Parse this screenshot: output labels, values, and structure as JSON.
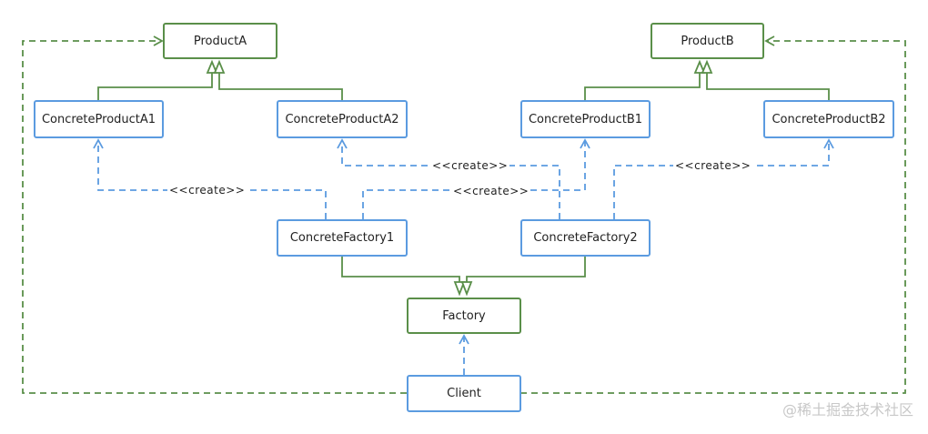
{
  "diagram": {
    "nodes": {
      "productA": "ProductA",
      "productB": "ProductB",
      "concreteProductA1": "ConcreteProductA1",
      "concreteProductA2": "ConcreteProductA2",
      "concreteProductB1": "ConcreteProductB1",
      "concreteProductB2": "ConcreteProductB2",
      "concreteFactory1": "ConcreteFactory1",
      "concreteFactory2": "ConcreteFactory2",
      "factory": "Factory",
      "client": "Client"
    },
    "edge_labels": {
      "create_a1": "<<create>>",
      "create_a2": "<<create>>",
      "create_b1": "<<create>>",
      "create_b2": "<<create>>"
    },
    "colors": {
      "abstract_border": "#5a8f49",
      "concrete_border": "#5b9be0",
      "realization_line": "#5a8f49",
      "dependency_line": "#5b9be0"
    }
  },
  "watermark": "@稀土掘金技术社区"
}
